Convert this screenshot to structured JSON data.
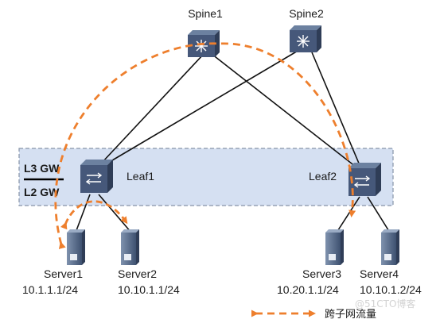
{
  "diagram": {
    "devices": {
      "spine1": "Spine1",
      "spine2": "Spine2",
      "leaf1": "Leaf1",
      "leaf2": "Leaf2"
    },
    "gateway": {
      "l3": "L3 GW",
      "l2": "L2 GW"
    },
    "servers": [
      {
        "name": "Server1",
        "ip": "10.1.1.1/24"
      },
      {
        "name": "Server2",
        "ip": "10.10.1.1/24"
      },
      {
        "name": "Server3",
        "ip": "10.20.1.1/24"
      },
      {
        "name": "Server4",
        "ip": "10.10.1.2/24"
      }
    ],
    "legend": {
      "label": "跨子网流量"
    },
    "watermark": "@51CTO博客"
  },
  "colors": {
    "device_top": "#5a6f8c",
    "device_front": "#46587a",
    "device_side": "#2f3d57",
    "zone_fill": "#d5e0f2",
    "zone_border": "#8794a8",
    "traffic": "#ee7f2d",
    "link": "#111111",
    "server_body": "#4e627f"
  }
}
